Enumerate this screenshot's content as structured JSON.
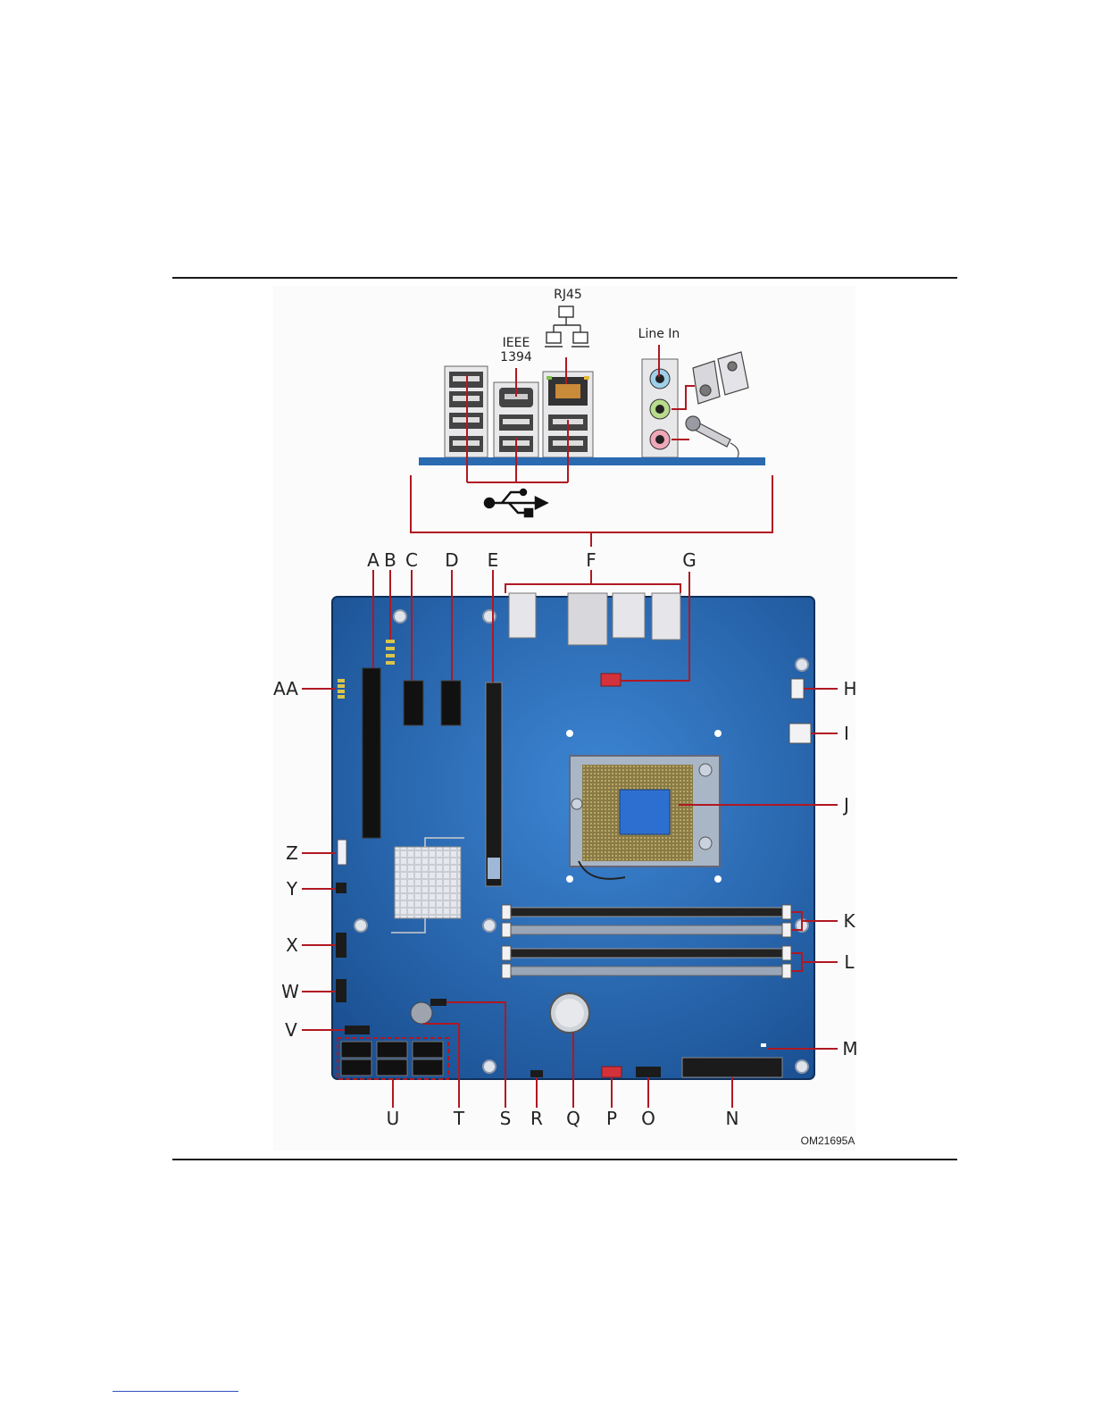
{
  "io_labels": {
    "rj45": "RJ45",
    "ieee_line1": "IEEE",
    "ieee_line2": "1394",
    "line_in": "Line In"
  },
  "figure_code": "OM21695A",
  "callouts": {
    "a": "A",
    "b": "B",
    "c": "C",
    "d": "D",
    "e": "E",
    "f": "F",
    "g": "G",
    "h": "H",
    "i": "I",
    "j": "J",
    "k": "K",
    "l": "L",
    "m": "M",
    "n": "N",
    "o": "O",
    "p": "P",
    "q": "Q",
    "r": "R",
    "s": "S",
    "t": "T",
    "u": "U",
    "v": "V",
    "w": "W",
    "x": "X",
    "y": "Y",
    "z": "Z",
    "aa": "AA"
  },
  "colors": {
    "board": "#1f5fa6",
    "callout_line": "#b01822",
    "io_shield": "#2a6ab0"
  }
}
